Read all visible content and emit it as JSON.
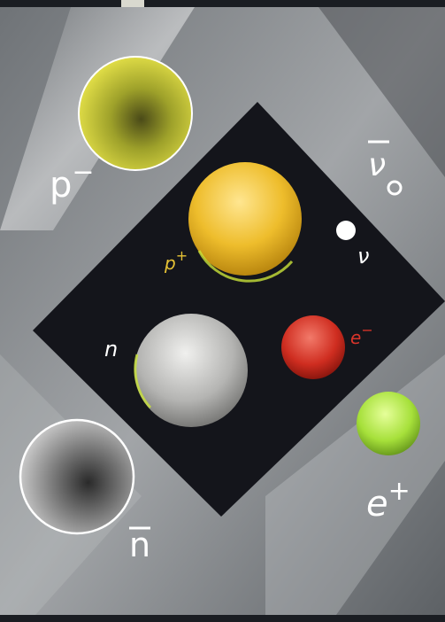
{
  "particles": {
    "proton": {
      "label": "p",
      "charge": "+",
      "color": "#e7b21e"
    },
    "neutron": {
      "label": "n",
      "charge": "",
      "color": "#b9b9b9"
    },
    "electron": {
      "label": "e",
      "charge": "−",
      "color": "#d23224"
    },
    "neutrino": {
      "label": "ν",
      "charge": "",
      "color": "#ffffff"
    },
    "antiproton": {
      "label": "p",
      "charge": "−",
      "color": "#e8e23a"
    },
    "antineutron": {
      "label": "n",
      "bar": "‾",
      "color": "#8a8a8a"
    },
    "positron": {
      "label": "e",
      "charge": "+",
      "color": "#a9e23c"
    },
    "antineutrino": {
      "label": "ν",
      "bar": "‾",
      "color": "#ffffff"
    }
  },
  "colors": {
    "matter_region": "#14151b",
    "antimatter_region": "#8a8d92",
    "proton_label": "#e6c235",
    "electron_label": "#d8342a",
    "antimatter_label": "#ffffff"
  }
}
